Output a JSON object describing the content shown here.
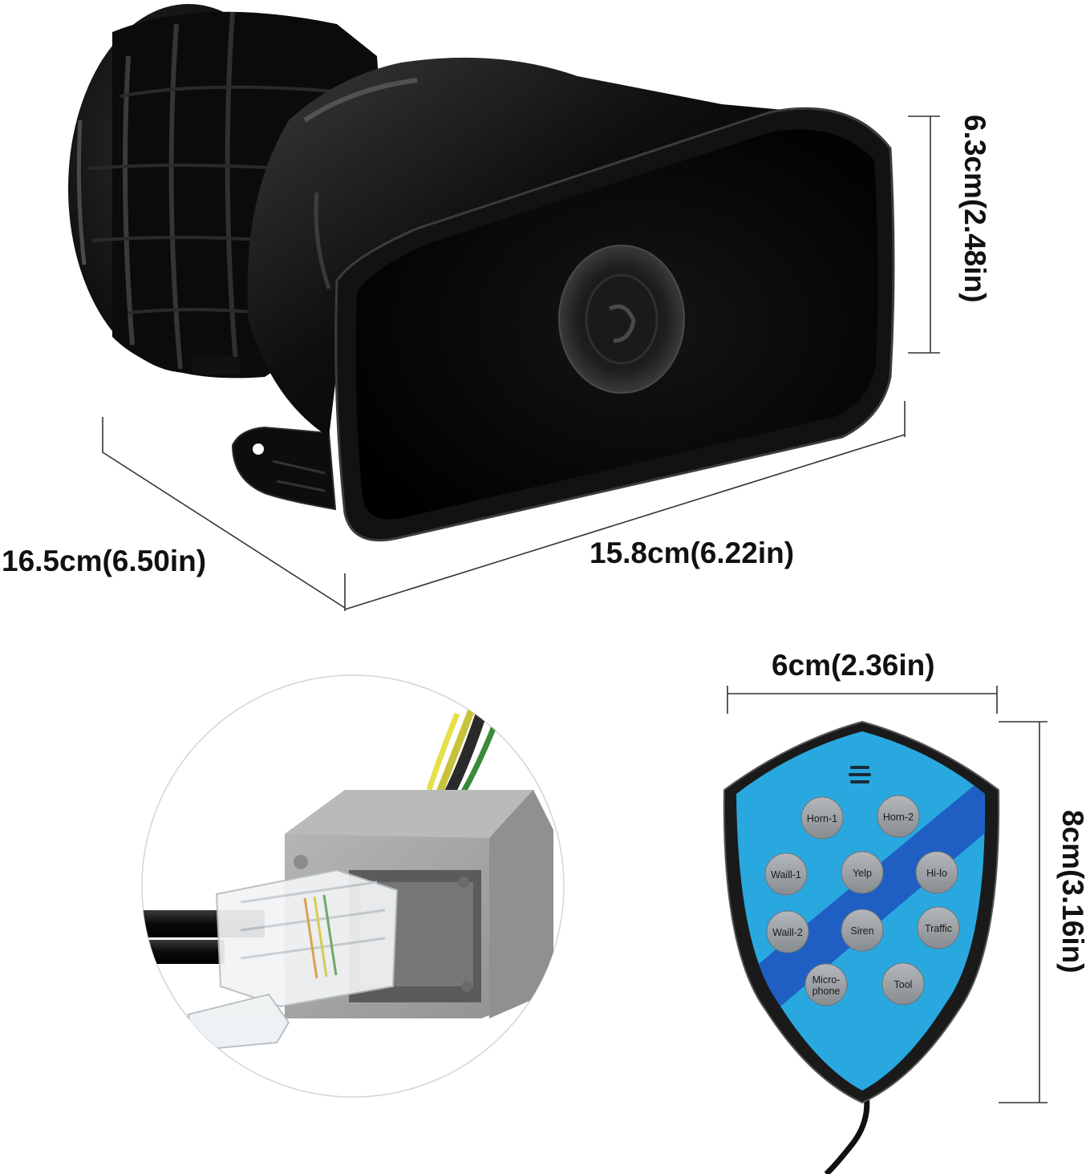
{
  "dimensions": {
    "horn_height": "6.3cm(2.48in)",
    "horn_depth": "16.5cm(6.50in)",
    "horn_width": "15.8cm(6.22in)",
    "remote_width": "6cm(2.36in)",
    "remote_height": "8cm(3.16in)"
  },
  "remote": {
    "buttons": [
      "Horn-1",
      "Horn-2",
      "Waill-1",
      "Yelp",
      "Hi-lo",
      "Waill-2",
      "Siren",
      "Traffic",
      "Micro-",
      "phone",
      "Tool"
    ]
  },
  "colors": {
    "horn_body": "#0a0a0a",
    "remote_face": "#29a8e0",
    "remote_stripe": "#1f5fc4",
    "button_gray": "#9aa0a6",
    "connector_gray": "#a8a9a9"
  }
}
